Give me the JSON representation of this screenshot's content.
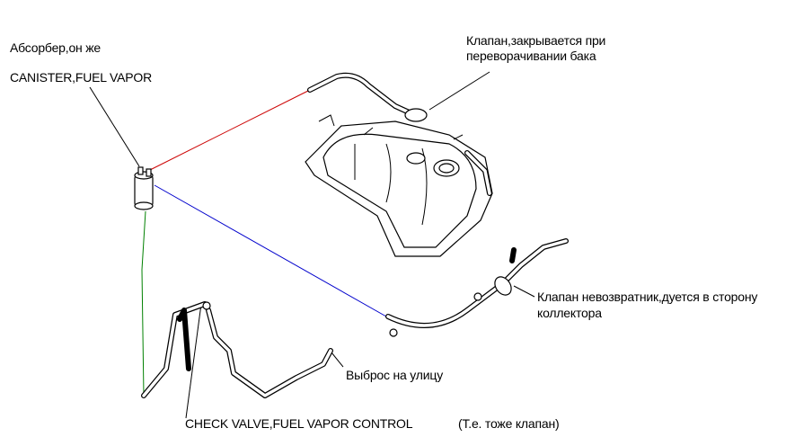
{
  "labels": {
    "absorber": "Абсорбер,он же",
    "canister": "CANISTER,FUEL VAPOR",
    "rollover_valve_line1": "Клапан,закрывается при",
    "rollover_valve_line2": "переворачивании бака",
    "check_valve_line1": "Клапан невозвратник,дуется в сторону",
    "check_valve_line2": "коллектора",
    "vent_outside": "Выброс на улицу",
    "check_valve_control": "CHECK VALVE,FUEL VAPOR CONTROL",
    "check_valve_note": "(Т.е. тоже клапан)"
  },
  "colors": {
    "tank_line": "#cc0000",
    "collector_line": "#0000cc",
    "vent_line": "#008000"
  }
}
